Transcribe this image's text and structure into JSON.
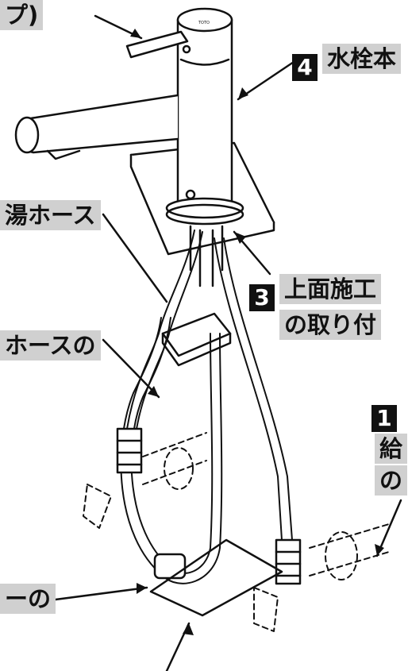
{
  "labels": {
    "top_left": "プ)",
    "step4": {
      "num": "4",
      "text": "水栓本"
    },
    "hose1": "湯ホース",
    "step3": {
      "num": "3",
      "text1": "上面施工",
      "text2": "の取り付"
    },
    "hose2": "ホースの",
    "step1": {
      "num": "1",
      "text1": "給",
      "text2": "の"
    },
    "bottom_left": "ーの"
  },
  "brand_mark": "TOTO",
  "colors": {
    "line": "#111111",
    "label_bg": "#d0d0d0",
    "num_bg": "#111111"
  }
}
